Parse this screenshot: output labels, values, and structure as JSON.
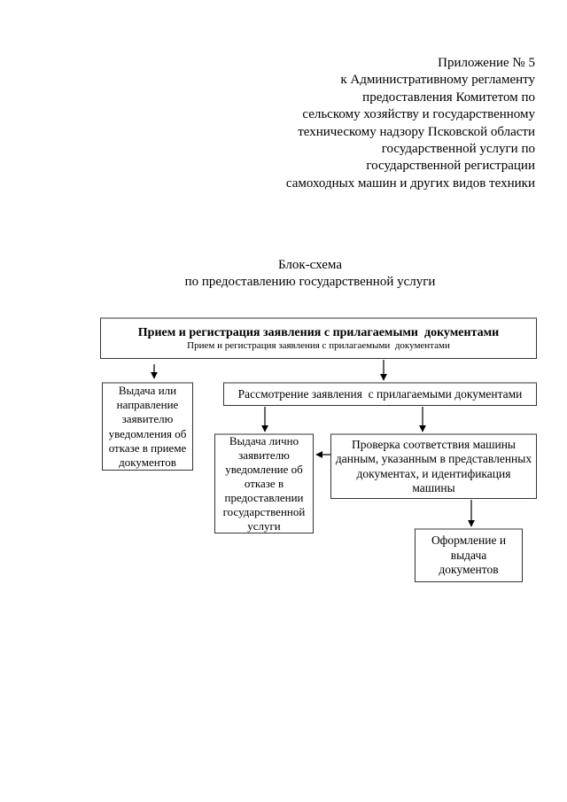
{
  "header": {
    "lines": [
      "Приложение № 5",
      "к Административному регламенту",
      "предоставления Комитетом по",
      "сельскому хозяйству и государственному",
      "техническому надзору Псковской области",
      "государственной услуги по",
      "государственной регистрации",
      "самоходных машин и других видов техники"
    ]
  },
  "title": {
    "lines": [
      "Блок-схема",
      "по предоставлению государственной услуги"
    ]
  },
  "flowchart": {
    "reception": {
      "title": "Прием и регистрация заявления с прилагаемыми  документами",
      "subtitle": "Прием и регистрация заявления с прилагаемыми  документами"
    },
    "refusal_accept": {
      "lines": [
        "Выдача или",
        "направление",
        "заявителю",
        "уведомления об",
        "отказе в приеме",
        "документов"
      ]
    },
    "review": {
      "text": "Рассмотрение заявления  с прилагаемыми документами"
    },
    "refusal_service": {
      "lines": [
        "Выдача лично",
        "заявителю",
        "уведомление об",
        "отказе в",
        "предоставлении",
        "государственной",
        "услуги"
      ]
    },
    "verification": {
      "lines": [
        "Проверка соответствия машины",
        "данным, указанным в представленных",
        "документах, и идентификация",
        "машины"
      ]
    },
    "issuance": {
      "lines": [
        "Оформление и",
        "выдача",
        "документов"
      ]
    }
  },
  "colors": {
    "background": "#ffffff",
    "text": "#000000",
    "box_border": "#333333",
    "box_border_top": "#999999",
    "arrow": "#000000"
  }
}
